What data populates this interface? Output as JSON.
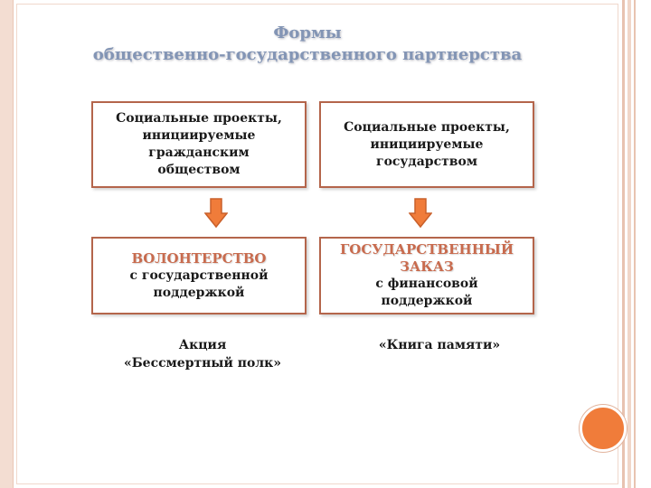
{
  "title": {
    "line1": "Формы",
    "line2": "общественно-государственного партнерства"
  },
  "left_column": {
    "top_box": [
      "Социальные проекты,",
      "инициируемые",
      "гражданским",
      "обществом"
    ],
    "bottom_box": {
      "heading": "ВОЛОНТЕРСТВО",
      "lines": [
        "с государственной",
        "поддержкой"
      ]
    },
    "caption": [
      "Акция",
      "«Бессмертный полк»"
    ]
  },
  "right_column": {
    "top_box": [
      "Социальные проекты,",
      "инициируемые",
      "государством"
    ],
    "bottom_box": {
      "heading": [
        "ГОСУДАРСТВЕННЫЙ",
        "ЗАКАЗ"
      ],
      "lines": [
        "с финансовой",
        "поддержкой"
      ]
    },
    "caption": [
      "«Книга памяти»"
    ]
  },
  "colors": {
    "title": "#8395b5",
    "box_border": "#b4654b",
    "accent_text": "#c86b4e",
    "arrow": "#f07c3a",
    "corner_dot": "#f07c3a"
  },
  "icons": {
    "arrow": "arrow-down-icon",
    "dot": "decorative-circle-icon"
  }
}
